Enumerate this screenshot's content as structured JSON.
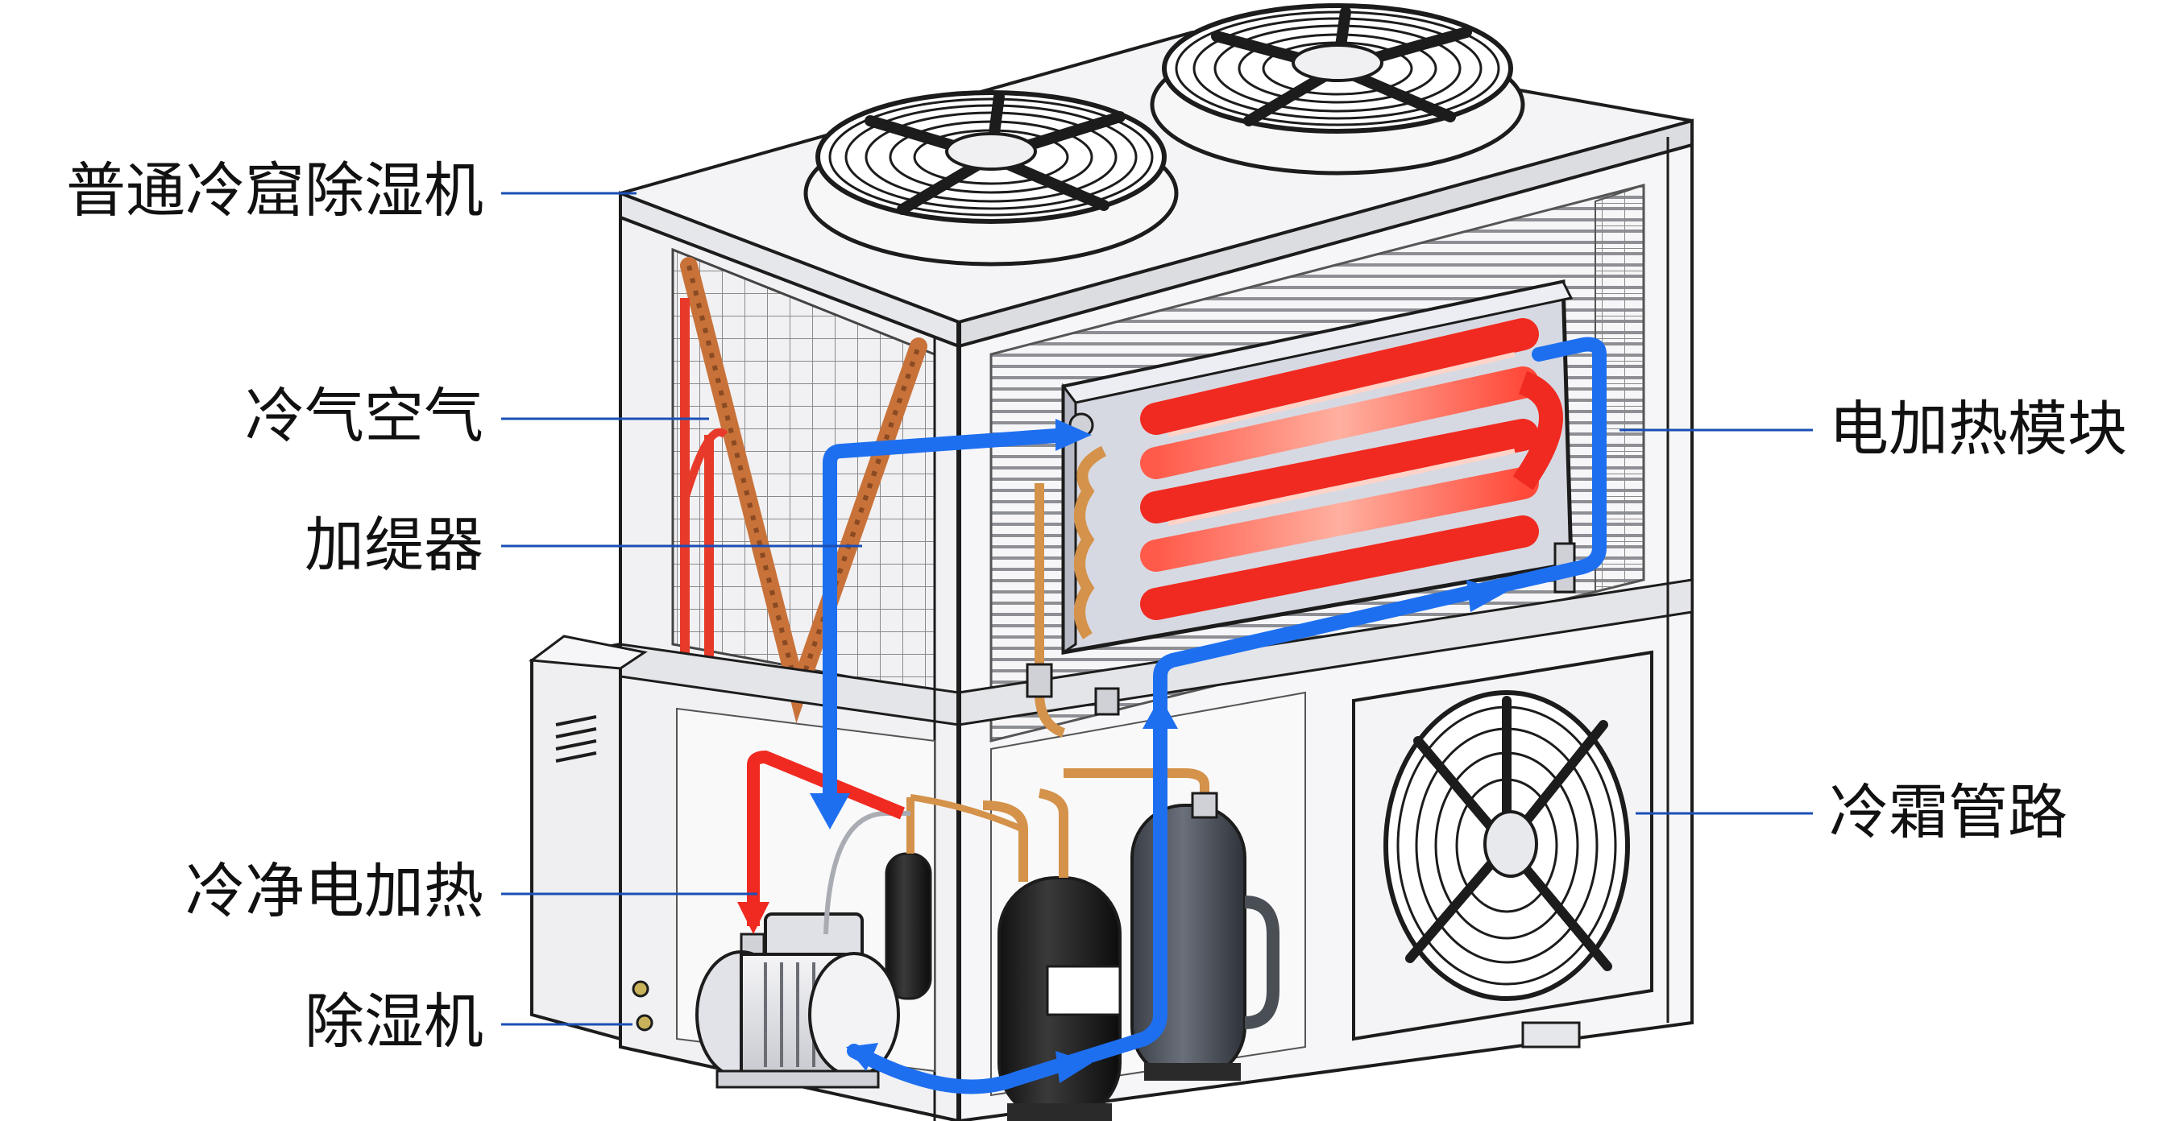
{
  "labels": {
    "left": [
      {
        "key": "unit",
        "text": "普通冷窟除湿机"
      },
      {
        "key": "cold_air",
        "text": "冷气空气"
      },
      {
        "key": "heater",
        "text": "加缇器"
      },
      {
        "key": "clean_heat",
        "text": "冷净电加热"
      },
      {
        "key": "dehumidifier",
        "text": "除湿机"
      }
    ],
    "right": [
      {
        "key": "heating_module",
        "text": "电加热模块"
      },
      {
        "key": "frost_pipe",
        "text": "冷霜管路"
      }
    ]
  },
  "colors": {
    "leader_line": "#1a4fb5",
    "flow_arrow": "#1e6ff0",
    "heat_red": "#f02a20",
    "copper": "#d4924a",
    "outline": "#1c1c1c",
    "panel": "#f4f4f6"
  },
  "icons": {
    "fans": "fan-icon",
    "flow": "arrow-icon"
  }
}
